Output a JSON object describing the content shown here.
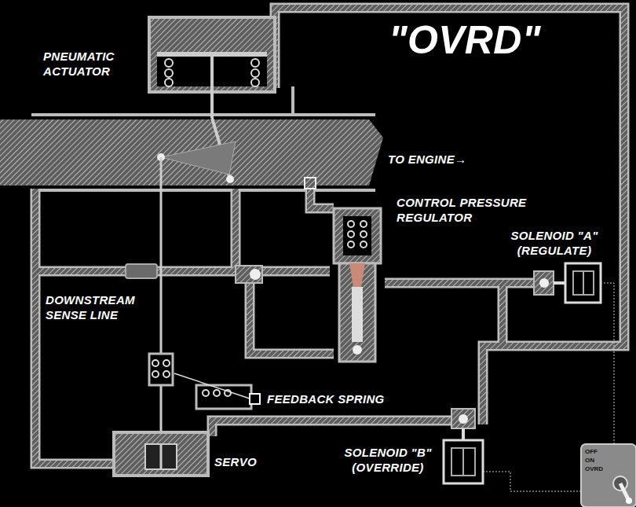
{
  "diagram": {
    "title": "\"OVRD\"",
    "labels": [
      "PNEUMATIC ACTUATOR",
      "TO ENGINE→",
      "CONTROL PRESSURE REGULATOR",
      "SOLENOID \"A\" (REGULATE)",
      "DOWNSTREAM SENSE LINE",
      "FEEDBACK SPRING",
      "SERVO",
      "SOLENOID \"B\" (OVERRIDE)",
      "OFF",
      "ON",
      "OVRD"
    ]
  }
}
